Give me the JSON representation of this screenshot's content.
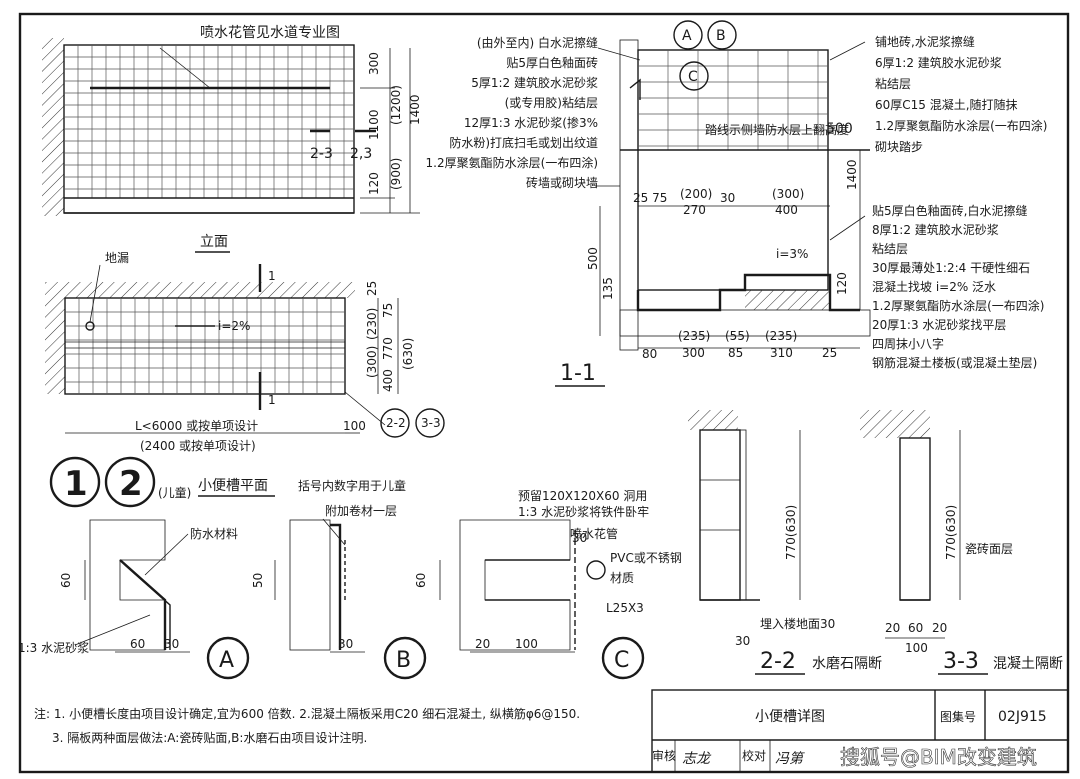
{
  "labels": {
    "elev_note": "喷水花管见水道专业图",
    "elev_title": "立面",
    "floor_drain": "地漏",
    "slope": "i=2%",
    "length_note": "L<6000 或按单项设计",
    "length_note2": "(2400 或按单项设计)",
    "circle1": "1",
    "circle2": "2",
    "child": "(儿童)",
    "plan_title": "小便槽平面",
    "bracket_note": "括号内数字用于儿童",
    "waterproof_material": "防水材料",
    "extra_layer": "附加卷材一层",
    "mortar_a": "1:3 水泥砂浆",
    "reserve": "预留120X120X60 洞用",
    "reserve2": "1:3 水泥砂浆将铁件卧牢",
    "spray_pipe": "喷水花管",
    "pvc": "PVC或不锈钢",
    "pvc2": "材质",
    "angle": "L25X3",
    "detail_a": "A",
    "detail_b": "B",
    "detail_c": "C",
    "sec11": "1-1",
    "sec22": "2-2",
    "sec22_name": "水磨石隔断",
    "sec33": "3-3",
    "sec33_name": "混凝土隔断",
    "tile_face": "瓷砖面层",
    "embed": "埋入楼地面30",
    "curb_note": "踏线示侧墙防水层上翻高度",
    "ref_22": "2-2",
    "ref_33": "3-3",
    "ref_23": "2-3",
    "ref_23b": "2,3",
    "sec1_mark": "1"
  },
  "left_layers": [
    "(由外至内) 白水泥擦缝",
    "贴5厚白色釉面砖",
    "5厚1:2 建筑胶水泥砂浆",
    "(或专用胶)粘结层",
    "12厚1:3 水泥砂浆(掺3%",
    "防水粉)打底扫毛或划出纹道",
    "1.2厚聚氨酯防水涂层(一布四涂)",
    "砖墙或砌块墙"
  ],
  "right_layers_top": [
    "铺地砖,水泥浆擦缝",
    "6厚1:2 建筑胶水泥砂浆",
    "粘结层",
    "60厚C15 混凝土,随打随抹",
    "1.2厚聚氨酯防水涂层(一布四涂)",
    "砌块踏步"
  ],
  "right_layers_bottom": [
    "贴5厚白色釉面砖,白水泥擦缝",
    "8厚1:2 建筑胶水泥砂浆",
    "粘结层",
    "30厚最薄处1:2:4 干硬性细石",
    "混凝土找坡 i=2% 泛水",
    "1.2厚聚氨酯防水涂层(一布四涂)",
    "20厚1:3 水泥砂浆找平层",
    "四周抹小八字",
    "钢筋混凝土楼板(或混凝土垫层)"
  ],
  "dims": {
    "d300": "300",
    "d1100": "1100",
    "d1200": "(1200)",
    "d1400": "1400",
    "d900": "(900)",
    "d120": "120",
    "d25": "25",
    "d75": "75",
    "d230": "(230)",
    "d300b": "(300)",
    "d400": "400",
    "d770": "770",
    "d630": "(630)",
    "d100": "100",
    "d60": "60",
    "d30": "30",
    "d50": "50",
    "d20": "20",
    "d500": "500",
    "d135": "135",
    "d200": "(200)",
    "d270": "270",
    "d300c": "(300)",
    "d400b": "400",
    "d235": "(235)",
    "d300d": "300",
    "d55": "(55)",
    "d85": "85",
    "d235b": "(235)",
    "d310": "310",
    "d80": "80",
    "d1400b": "1400",
    "d120b": "120",
    "d25b": "25",
    "d770b": "770(630)",
    "d770c": "770(630)",
    "slope3": "i=3%",
    "d2575": "25 75"
  },
  "notes": {
    "line1": "注: 1. 小便槽长度由项目设计确定,宜为600 倍数. 2.混凝土隔板采用C20 细石混凝土, 纵横筋φ6@150.",
    "line2": "3. 隔板两种面层做法:A:瓷砖贴面,B:水磨石由项目设计注明."
  },
  "titleblock": {
    "title": "小便槽详图",
    "set_label": "图集号",
    "set_no": "02J915",
    "review": "审核",
    "check": "校对",
    "review_sign": "志龙",
    "check_sign": "冯第"
  },
  "watermark": "搜狐号@BIM改变建筑"
}
